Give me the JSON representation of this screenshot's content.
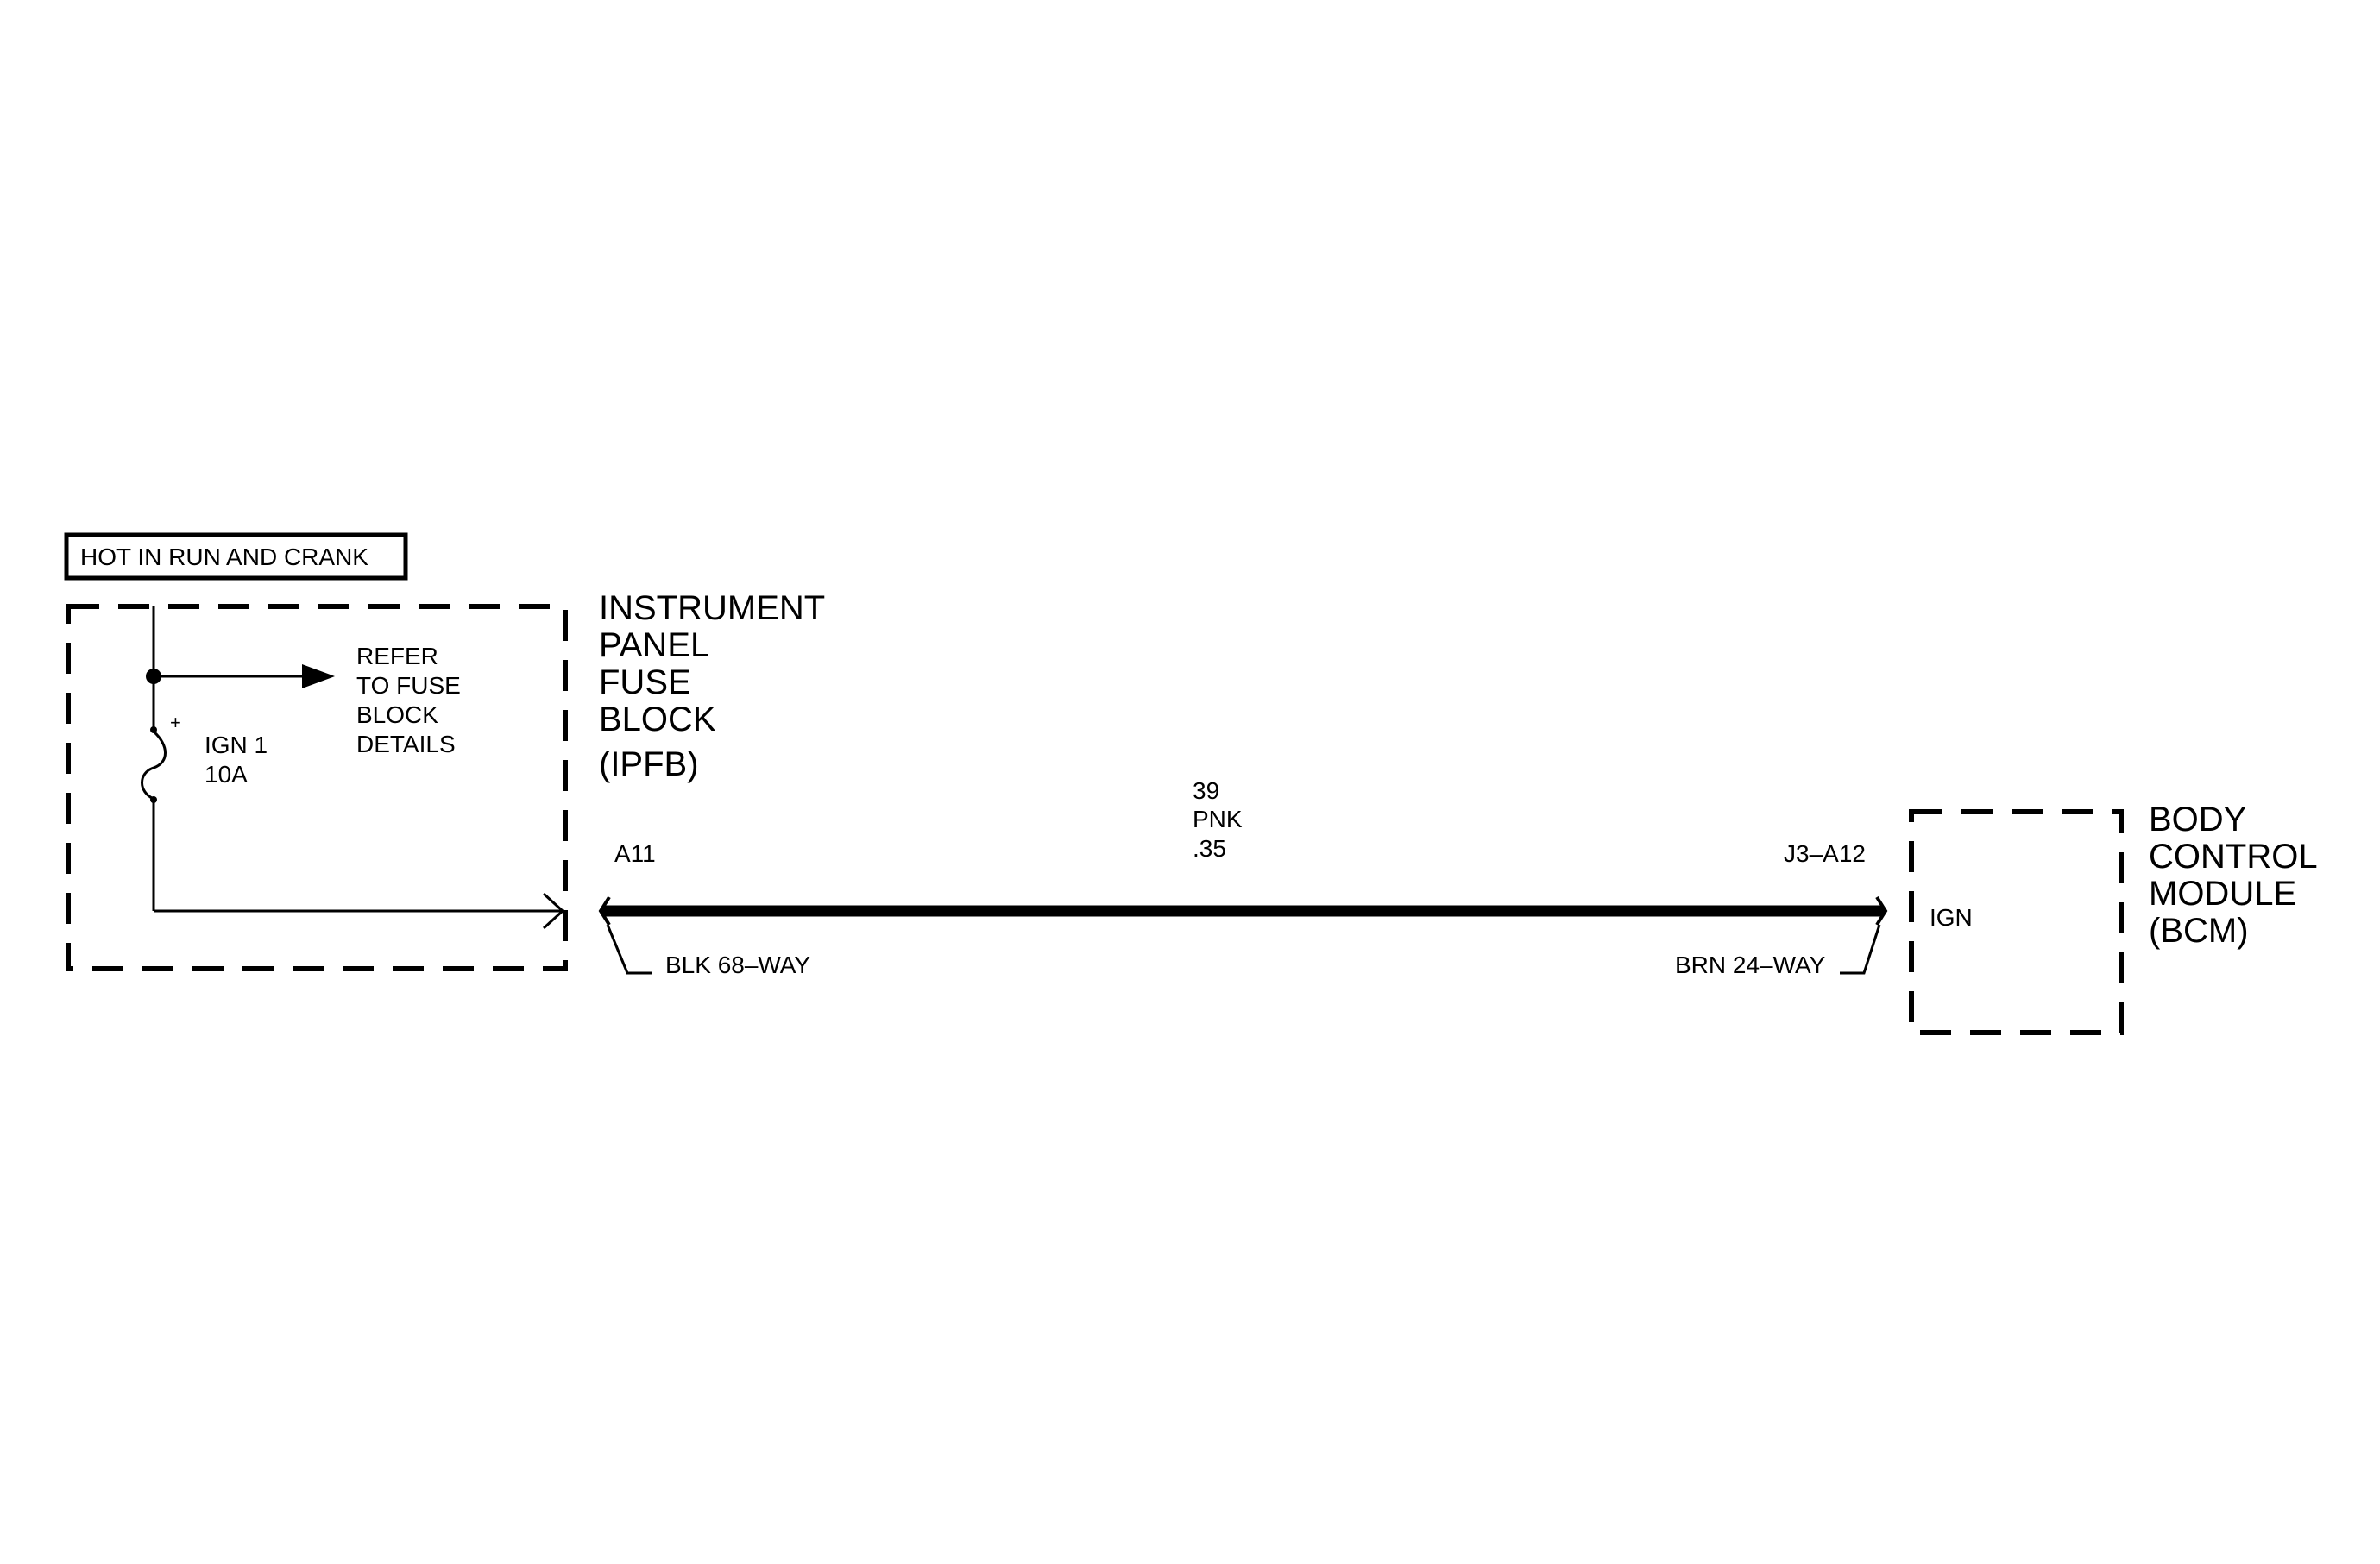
{
  "header_box": {
    "text": "HOT IN RUN AND CRANK"
  },
  "fuse_block": {
    "name_lines": [
      "INSTRUMENT",
      "PANEL",
      "FUSE",
      "BLOCK",
      "(IPFB)"
    ],
    "refer_lines": [
      "REFER",
      "TO FUSE",
      "BLOCK",
      "DETAILS"
    ],
    "fuse_label_lines": [
      "IGN 1",
      "10A"
    ],
    "fuse_polarity": "+",
    "terminal": "A11",
    "connector": "BLK 68–WAY"
  },
  "wire": {
    "circuit": "39",
    "color": "PNK",
    "gauge": ".35"
  },
  "bcm": {
    "name_lines": [
      "BODY",
      "CONTROL",
      "MODULE",
      "(BCM)"
    ],
    "terminal": "J3–A12",
    "pin_label": "IGN",
    "connector": "BRN 24–WAY"
  }
}
